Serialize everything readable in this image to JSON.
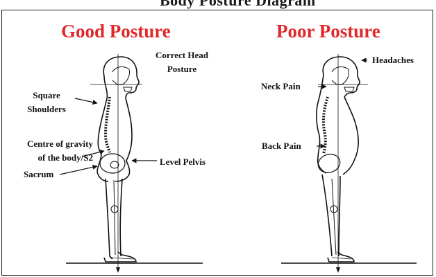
{
  "page_title_partial": "Body Posture Diagram",
  "left": {
    "heading": "Good Posture",
    "labels": {
      "head_line1": "Correct Head",
      "head_line2": "Posture",
      "shoulders_line1": "Square",
      "shoulders_line2": "Shoulders",
      "gravity_line1": "Centre of gravity",
      "gravity_line2": "of the body/S2",
      "sacrum": "Sacrum",
      "pelvis": "Level Pelvis"
    }
  },
  "right": {
    "heading": "Poor Posture",
    "labels": {
      "headaches": "Headaches",
      "neck": "Neck Pain",
      "back": "Back Pain"
    }
  },
  "colors": {
    "heading": "#e0282b",
    "text": "#111111"
  }
}
